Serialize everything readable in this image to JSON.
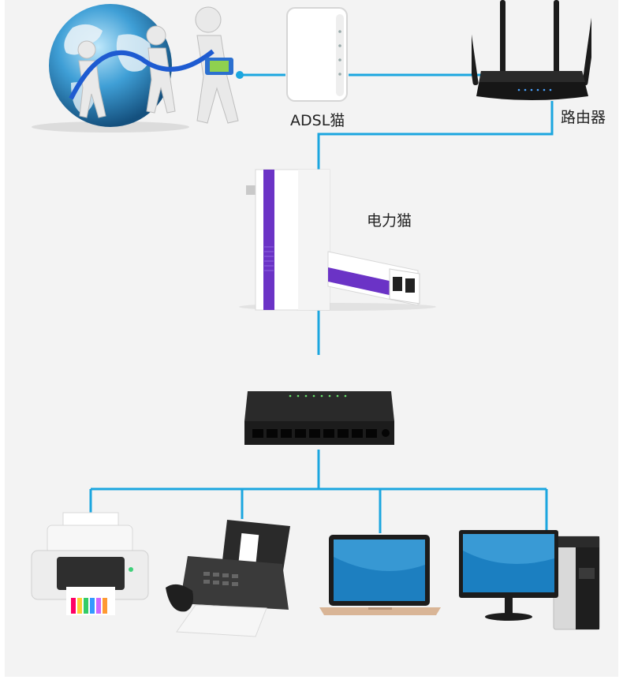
{
  "labels": {
    "adsl_modem": "ADSL猫",
    "router": "路由器",
    "powerline_adapter": "电力猫"
  },
  "colors": {
    "wire": "#1ba6df",
    "panel": "#f3f3f3",
    "accent_purple": "#6b33c6"
  }
}
